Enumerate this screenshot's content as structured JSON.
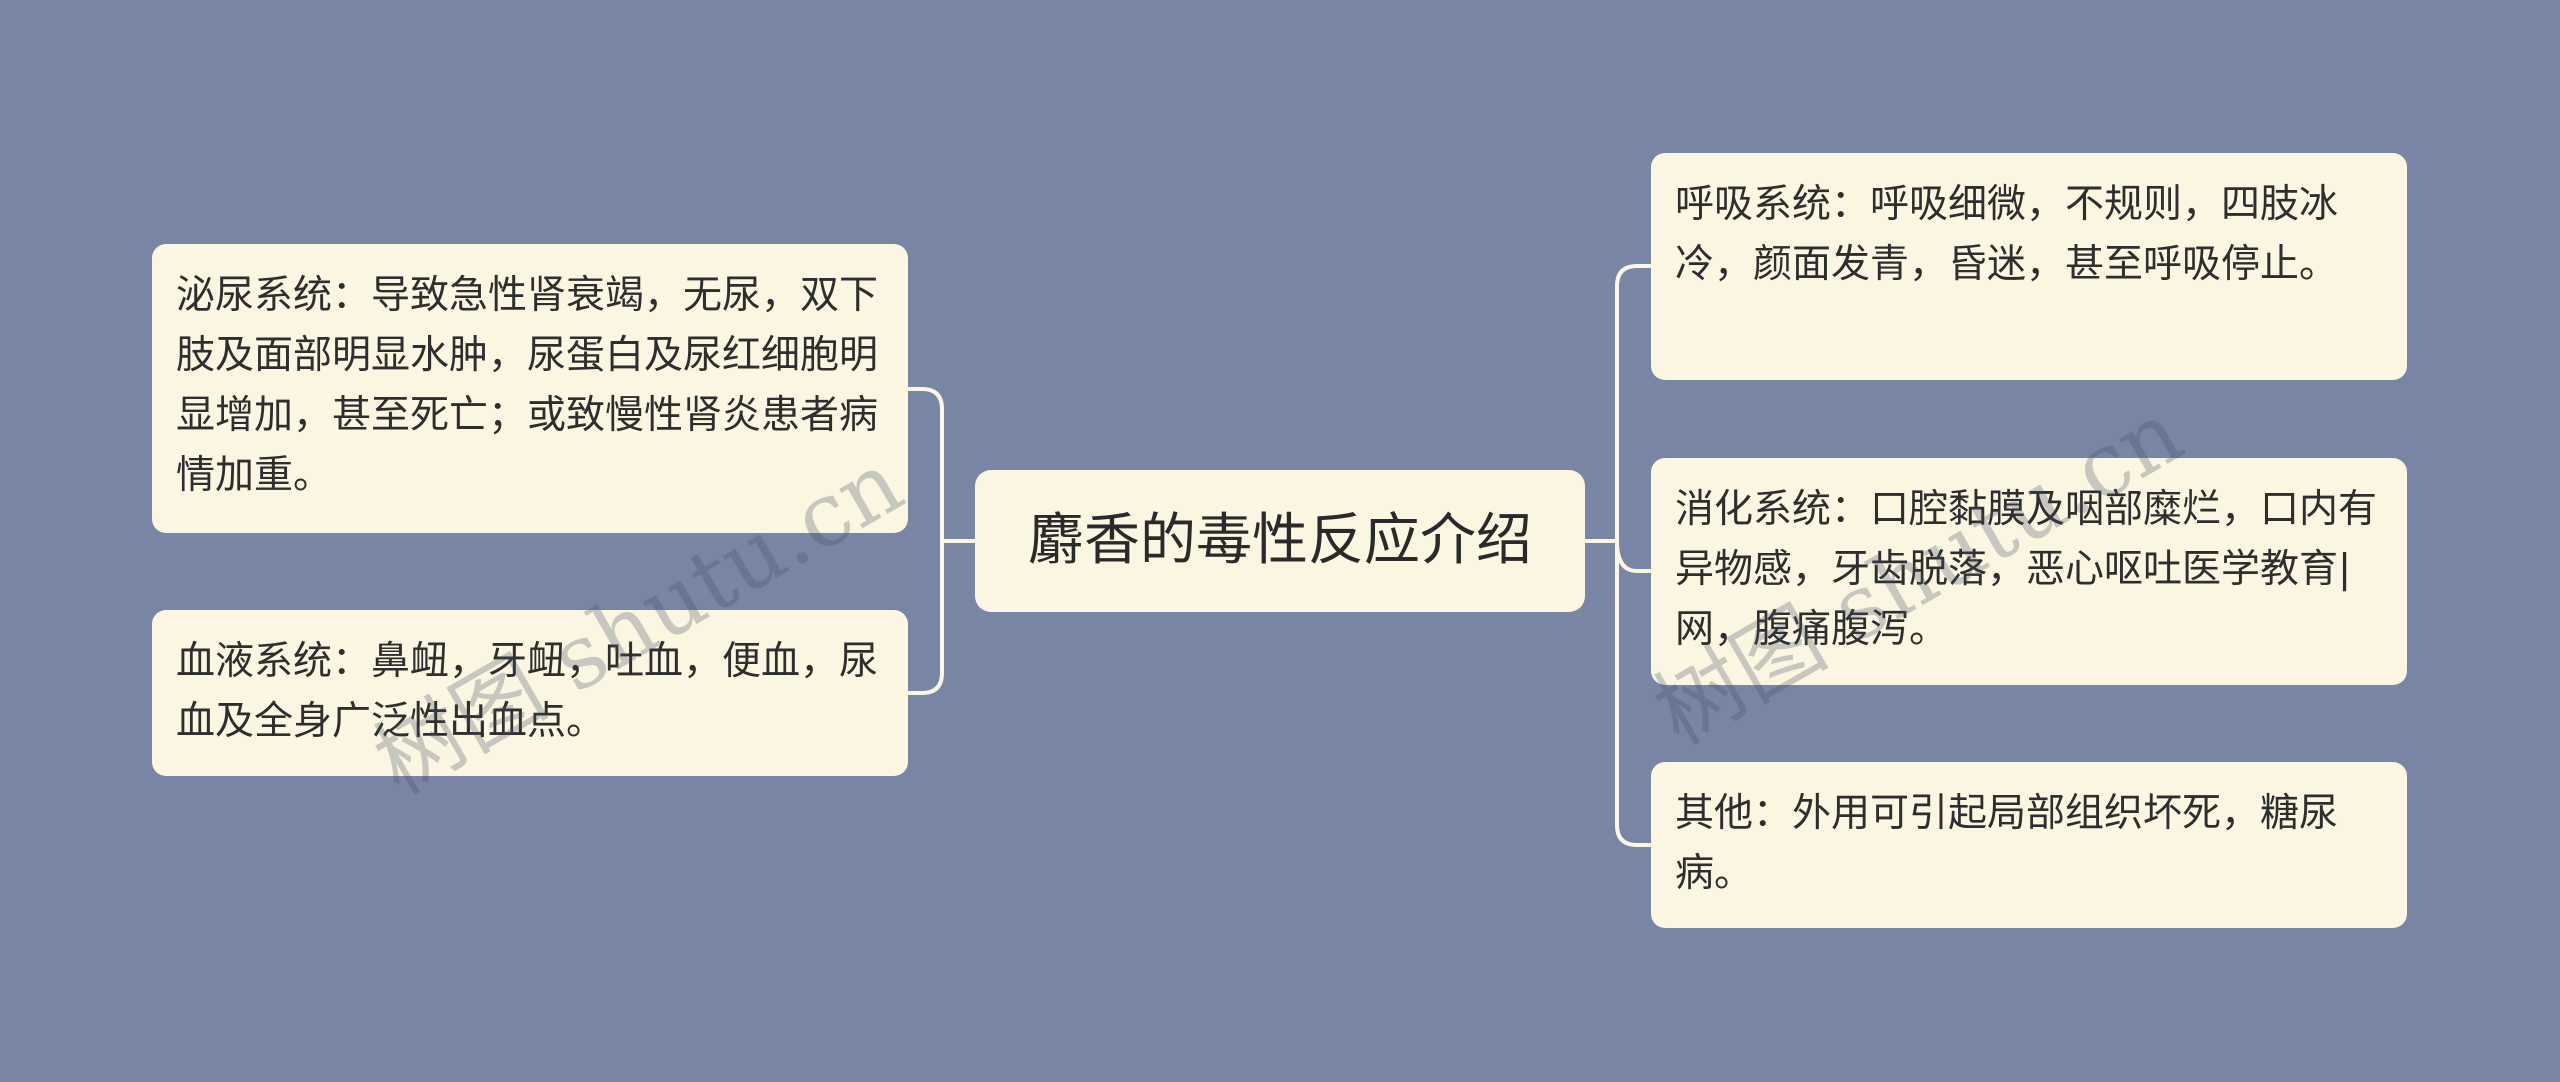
{
  "colors": {
    "background": "#7885a4",
    "node_fill": "#fbf6e1",
    "connector": "#fbf6e1",
    "text": "#2e2e2e"
  },
  "mindmap": {
    "root": "麝香的毒性反应介绍",
    "left_branches": [
      {
        "id": "urinary",
        "text": "泌尿系统：导致急性肾衰竭，无尿，双下肢及面部明显水肿，尿蛋白及尿红细胞明显增加，甚至死亡；或致慢性肾炎患者病情加重。"
      },
      {
        "id": "blood",
        "text": "血液系统：鼻衄，牙衄，吐血，便血，尿血及全身广泛性出血点。"
      }
    ],
    "right_branches": [
      {
        "id": "resp",
        "text": "呼吸系统：呼吸细微，不规则，四肢冰冷，颜面发青，昏迷，甚至呼吸停止。"
      },
      {
        "id": "digest",
        "text": "消化系统：口腔黏膜及咽部糜烂，口内有异物感，牙齿脱落，恶心呕吐医学教育|网，腹痛腹泻。"
      },
      {
        "id": "other",
        "text": "其他：外用可引起局部组织坏死，糖尿病。"
      }
    ]
  },
  "watermark": {
    "left": "树图 shutu.cn",
    "right": "树图 shutu.cn"
  }
}
